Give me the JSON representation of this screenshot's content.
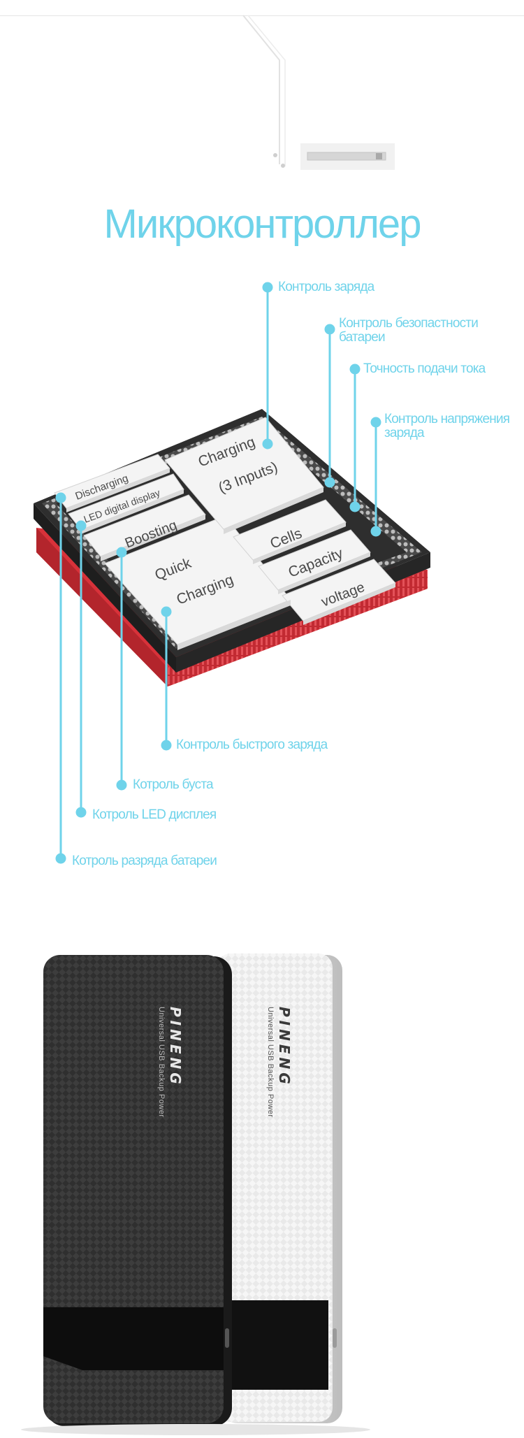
{
  "colors": {
    "accent": "#6fd3ea",
    "pcb_dark": "#2e2e2e",
    "pcb_red": "#d8323a",
    "chip_face": "#f3f3f3"
  },
  "page": {
    "title": "Микроконтроллер"
  },
  "chip_blocks": {
    "discharging": "Discharging",
    "led_display": "LED digital display",
    "boosting": "Boosting",
    "quick_line1": "Quick",
    "quick_line2": "Charging",
    "charging_line1": "Charging",
    "charging_line2": "(3 Inputs)",
    "cells": "Cells",
    "capacity": "Capacity",
    "voltage": "voltage"
  },
  "callouts": {
    "charge_control": "Контроль заряда",
    "battery_safety": "Контроль безопастности батареи",
    "current_accuracy": "Точность подачи тока",
    "voltage_control": "Контроль напряжения заряда",
    "fast_charge_control": "Контроль быстрого заряда",
    "boost_control": "Котроль буста",
    "led_display_control": "Котроль LED дисплея",
    "discharge_control": "Котроль разряда батареи"
  },
  "product": {
    "brand": "PINENG",
    "subtitle": "Universal USB Backup Power"
  }
}
